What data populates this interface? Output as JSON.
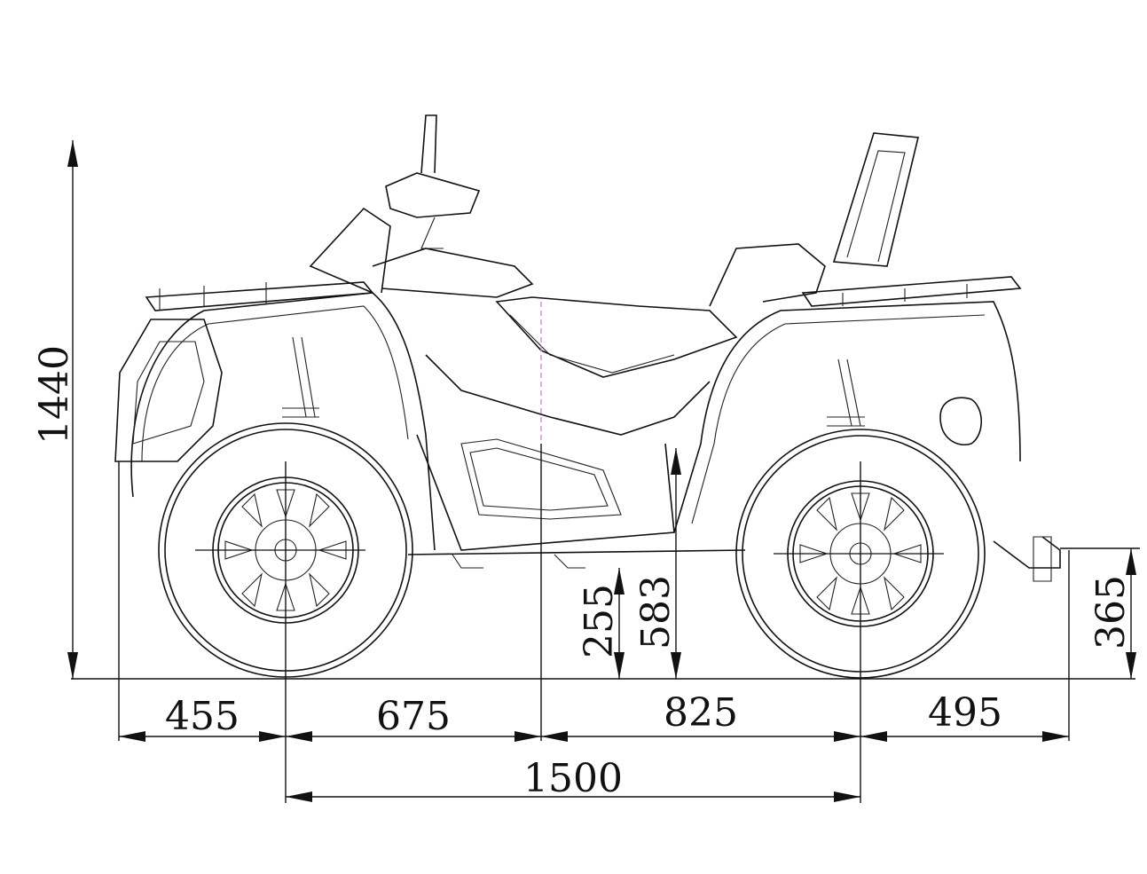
{
  "dimensions": {
    "overall_height": "1440",
    "front_overhang": "455",
    "front_to_mid": "675",
    "mid_to_rear": "825",
    "rear_overhang": "495",
    "wheelbase": "1500",
    "ground_clearance": "255",
    "mid_height": "583",
    "hitch_height": "365"
  },
  "colors": {
    "line": "#111111",
    "background": "#ffffff",
    "centerline_accent": "#d070d0"
  }
}
